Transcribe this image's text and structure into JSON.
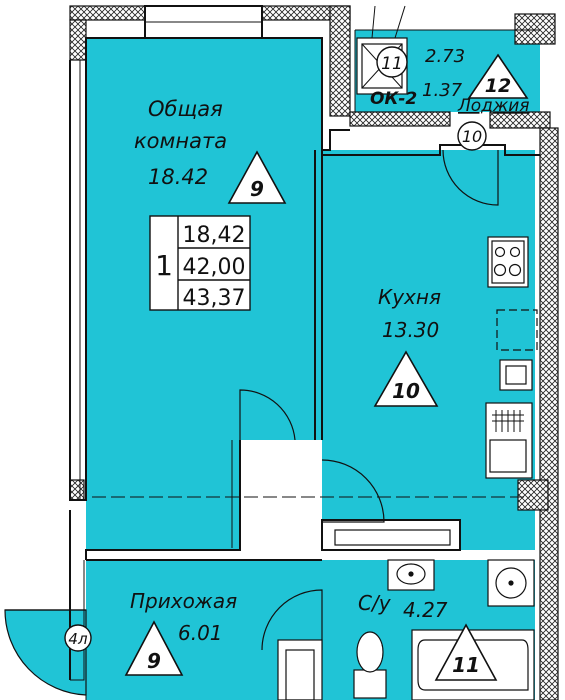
{
  "colors": {
    "room_fill": "#20c4d6",
    "wall": "#111111",
    "background": "#ffffff"
  },
  "rooms": {
    "living": {
      "name_line1": "Общая",
      "name_line2": "комната",
      "area": "18.42",
      "marker": "9"
    },
    "kitchen": {
      "name": "Кухня",
      "area": "13.30",
      "marker": "10"
    },
    "hall": {
      "name": "Прихожая",
      "area": "6.01",
      "marker": "9"
    },
    "bathroom": {
      "name": "С/у",
      "area": "4.27",
      "marker": "11"
    },
    "loggia": {
      "name": "Лоджия",
      "area1": "2.73",
      "area2": "1.37",
      "marker": "12"
    }
  },
  "summary": {
    "rooms_count": "1",
    "living_area": "18,42",
    "total_area": "42,00",
    "total_with_loggia": "43,37"
  },
  "tags": {
    "vent_11": "11",
    "window_ok": "ОК-2",
    "door_10": "10",
    "entry_4l": "4л"
  }
}
